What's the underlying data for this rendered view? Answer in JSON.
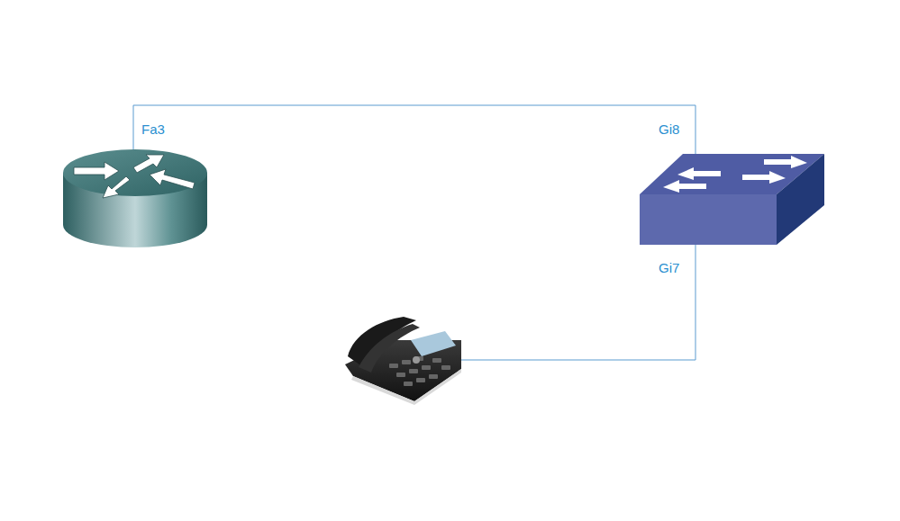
{
  "diagram": {
    "labels": [
      "Fa3",
      "Gi8",
      "Gi7"
    ]
  }
}
